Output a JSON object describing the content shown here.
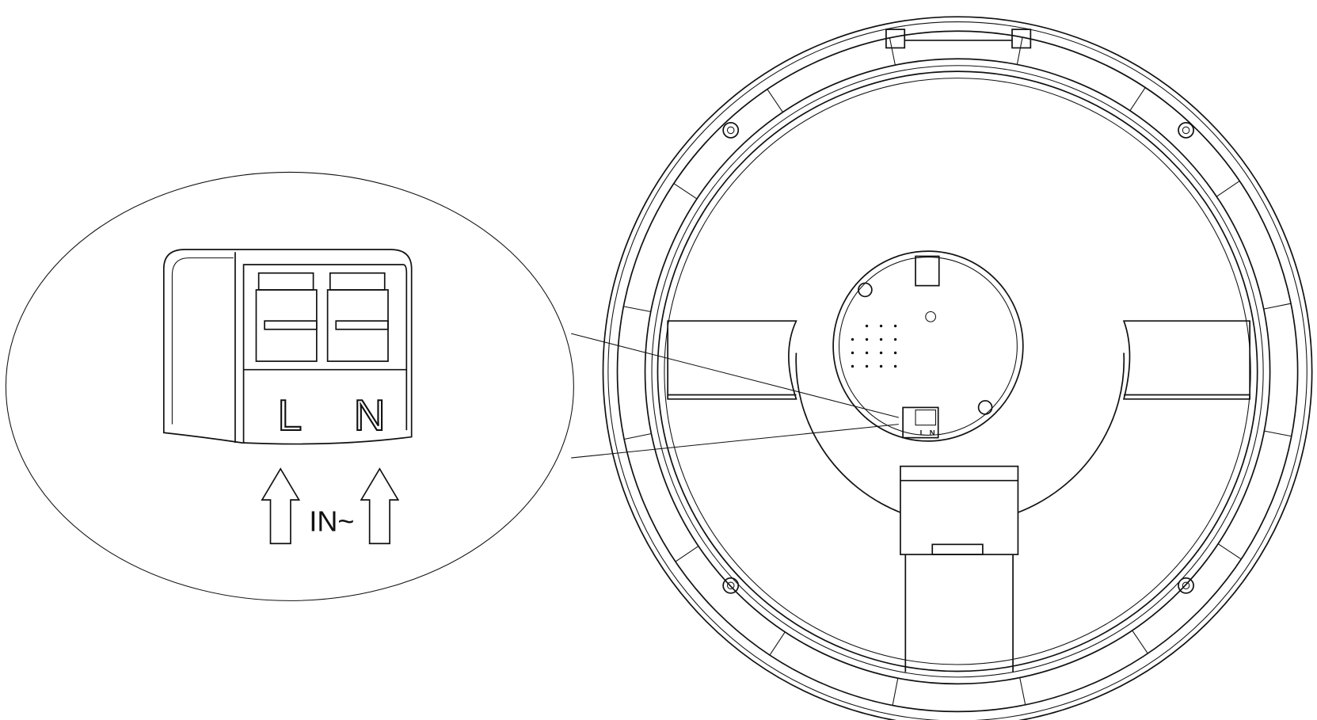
{
  "detail": {
    "terminal_labels": [
      "L",
      "N"
    ],
    "input_label": "IN~"
  },
  "device": {
    "terminal_labels": [
      "L",
      "N"
    ]
  }
}
